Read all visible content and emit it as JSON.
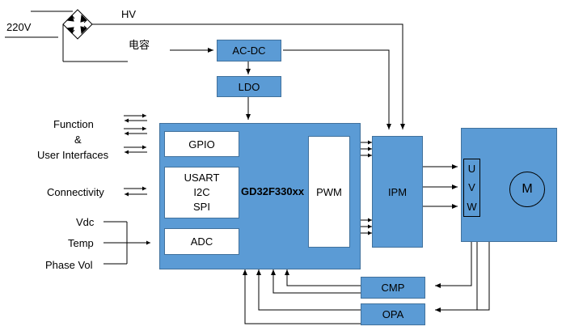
{
  "power": {
    "mains": "220V",
    "hv": "HV",
    "capacitor": "电容",
    "acdc": "AC-DC",
    "ldo": "LDO"
  },
  "mcu": {
    "name": "GD32F330xx",
    "gpio": "GPIO",
    "usart": "USART",
    "i2c": "I2C",
    "spi": "SPI",
    "adc": "ADC",
    "pwm": "PWM"
  },
  "left_labels": {
    "function": "Function",
    "amp": "&",
    "user_interfaces": "User Interfaces",
    "connectivity": "Connectivity",
    "vdc": "Vdc",
    "temp": "Temp",
    "phase_vol": "Phase Vol"
  },
  "ipm": "IPM",
  "motor": {
    "u": "U",
    "v": "V",
    "w": "W",
    "m": "M"
  },
  "cmp": "CMP",
  "opa": "OPA"
}
